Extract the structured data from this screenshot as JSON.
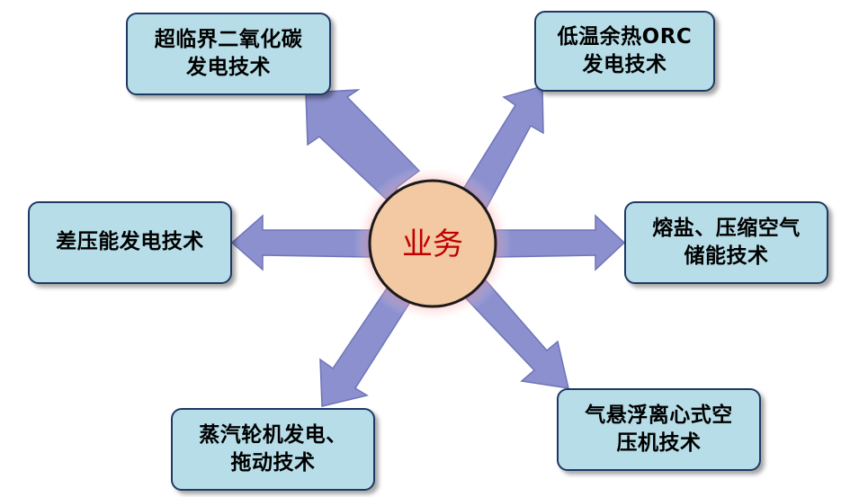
{
  "center": {
    "label": "业务"
  },
  "branches": [
    {
      "id": "sco2",
      "lines": [
        "超临界二氧化碳",
        "发电技术"
      ]
    },
    {
      "id": "orc",
      "lines": [
        "低温余热ORC",
        "发电技术"
      ]
    },
    {
      "id": "pressure",
      "lines": [
        "差压能发电技术"
      ]
    },
    {
      "id": "storage",
      "lines": [
        "熔盐、压缩空气",
        "储能技术"
      ]
    },
    {
      "id": "steam",
      "lines": [
        "蒸汽轮机发电、",
        "拖动技术"
      ]
    },
    {
      "id": "aircomp",
      "lines": [
        "气悬浮离心式空",
        "压机技术"
      ]
    }
  ],
  "colors": {
    "center_fill": "#f2c9a2",
    "center_text": "#c00000",
    "center_glow": "#ff4d4d",
    "arrow_fill": "#8a8fd0",
    "arrow_stroke": "#6e74b8",
    "box_fill": "#b7dee8",
    "box_border": "#1f3864"
  }
}
